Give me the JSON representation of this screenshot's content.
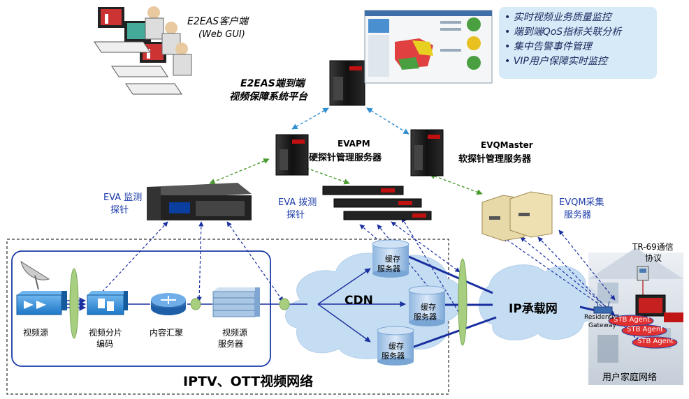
{
  "client": {
    "title": "E2EAS客户端",
    "subtitle": "(Web GUI)"
  },
  "platform": {
    "line1": "E2EAS端到端",
    "line2": "视频保障系统平台"
  },
  "features": [
    "实时视频业务质量监控",
    "端到端QoS指标关联分析",
    "集中告警事件管理",
    "VIP用户保障实时监控"
  ],
  "evapm": {
    "line1": "EVAPM",
    "line2": "硬探针管理服务器"
  },
  "evqmaster": {
    "line1": "EVQMaster",
    "line2": "软探针管理服务器"
  },
  "eva_monitor": {
    "line1": "EVA 监测",
    "line2": "探针"
  },
  "eva_dial": {
    "line1": "EVA 拨测",
    "line2": "探针"
  },
  "evqm_collect": {
    "line1": "EVQM采集",
    "line2": "服务器"
  },
  "tr69": {
    "line1": "TR-69通信",
    "line2": "协议"
  },
  "video_source": "视频源",
  "video_encode": {
    "line1": "视频分片",
    "line2": "编码"
  },
  "content_agg": "内容汇聚",
  "video_server": {
    "line1": "视频源",
    "line2": "服务器"
  },
  "cdn": "CDN",
  "cache": {
    "line1": "缓存",
    "line2": "服务器"
  },
  "ip_network": "IP承载网",
  "gateway": {
    "line1": "Residential",
    "line2": "Gateway"
  },
  "stb_agent": "STB Agent",
  "home_network": "用户家庭网络",
  "iptv_ott": "IPTV、OTT视频网络",
  "colors": {
    "network_blue": "#1a2fa0",
    "green_dash": "#4a9a30",
    "cloud": "#c5ddf2",
    "stb_red": "#cc1111",
    "feature_bg": "#d6eaf7"
  }
}
